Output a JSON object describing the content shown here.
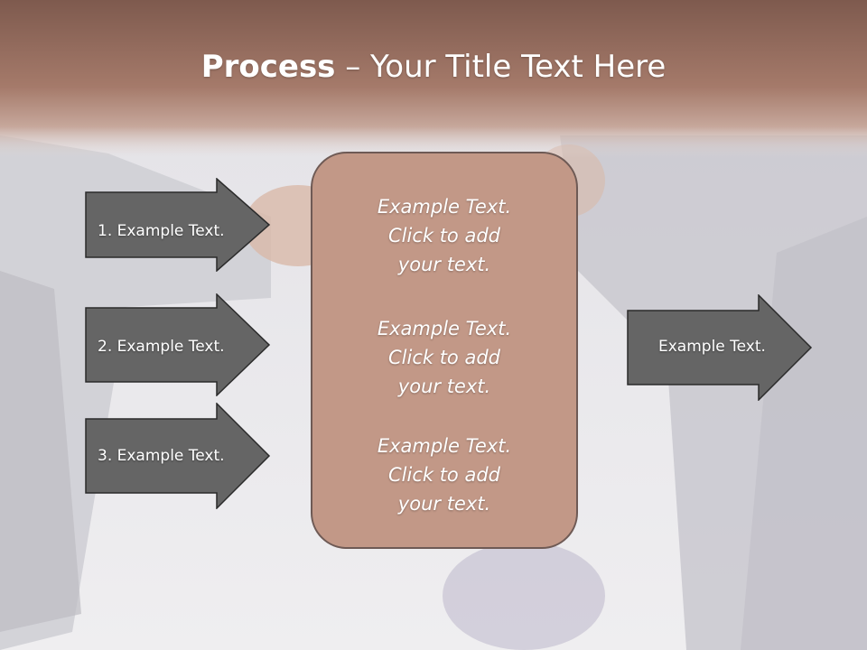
{
  "title": {
    "bold": "Process",
    "rest": " – Your Title Text Here"
  },
  "left_arrows": [
    {
      "label": "1. Example Text."
    },
    {
      "label": "2. Example Text."
    },
    {
      "label": "3. Example Text."
    }
  ],
  "center_blocks": [
    {
      "text": "Example Text.\nClick  to add\nyour text."
    },
    {
      "text": "Example Text.\nClick  to add\nyour text."
    },
    {
      "text": "Example Text.\nClick  to add\nyour text."
    }
  ],
  "right_arrow": {
    "label": "Example Text."
  },
  "colors": {
    "title_band": "#9c6a5b",
    "center_box": "#c29887",
    "arrow_fill": "#656565",
    "arrow_stroke": "#2b2b2b"
  }
}
